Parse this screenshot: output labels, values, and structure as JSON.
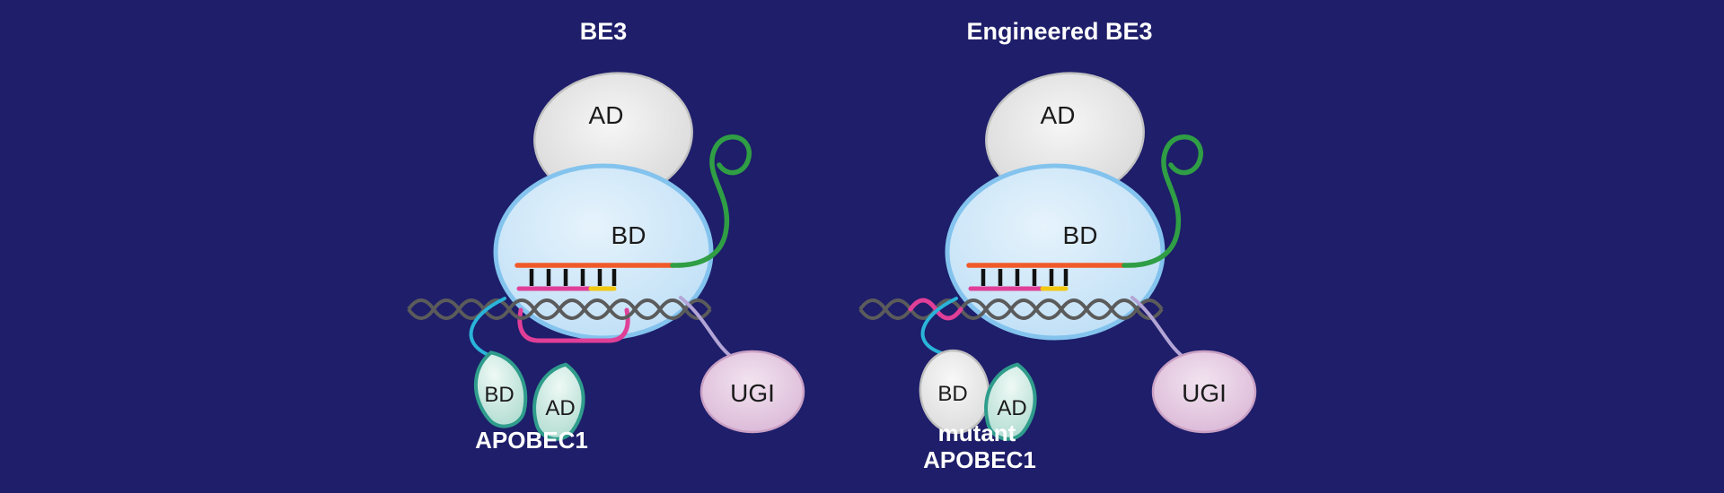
{
  "background_color": "#1e1e6a",
  "colors": {
    "title_text": "#ffffff",
    "label_dark": "#1b1b1b",
    "ad_fill_center": "#f6f6f6",
    "ad_fill_edge": "#d6d6d6",
    "ad_stroke": "#c2c2c2",
    "blob_fill_center": "#e6f3fc",
    "blob_fill_edge": "#b9dcf5",
    "blob_stroke": "#83c3ee",
    "sgrna_green": "#2f9e44",
    "spacer_orange": "#f05a28",
    "basepair_black": "#111111",
    "dna_gray": "#5b5b5b",
    "edit_pink": "#e03f98",
    "pam_yellow": "#f2c811",
    "linker_cyan": "#2ab4d9",
    "linker_lavender": "#b3a5d6",
    "leaf_fill_light": "#eef9f5",
    "leaf_fill_dark": "#a8d8cc",
    "leaf_stroke": "#2f9c8c",
    "ugi_fill_center": "#f2e3f0",
    "ugi_fill_edge": "#d8b3d4",
    "ugi_stroke": "#c9a0c4",
    "mutant_bd_fill_center": "#f8f8f8",
    "mutant_bd_fill_edge": "#d9d9d9",
    "mutant_bd_stroke": "#bfbfbf"
  },
  "left_panel": {
    "title": "BE3",
    "cas9": {
      "ad_label": "AD",
      "bd_label": "BD"
    },
    "apobec": {
      "bd_label": "BD",
      "ad_label": "AD",
      "name": "APOBEC1"
    },
    "ugi_label": "UGI"
  },
  "right_panel": {
    "title": "Engineered BE3",
    "cas9": {
      "ad_label": "AD",
      "bd_label": "BD"
    },
    "apobec": {
      "bd_label": "BD",
      "ad_label": "AD",
      "name_line1": "mutant",
      "name_line2": "APOBEC1"
    },
    "ugi_label": "UGI"
  }
}
